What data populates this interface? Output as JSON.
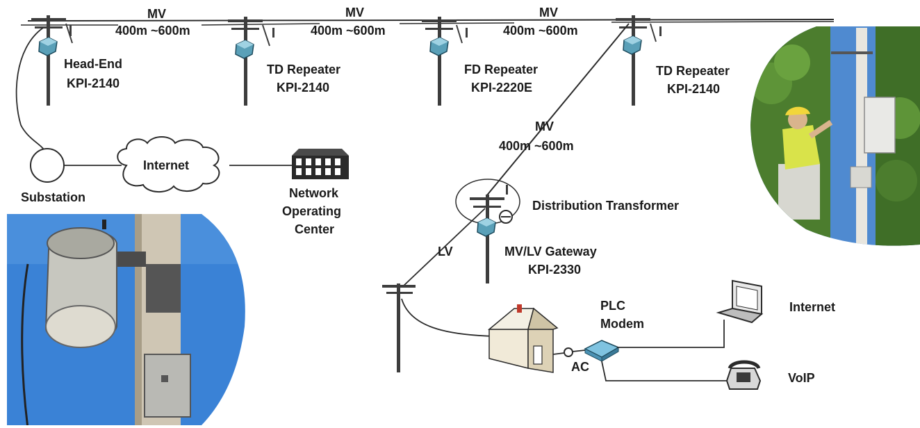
{
  "segments": [
    {
      "name": "MV",
      "distance": "400m ~600m"
    },
    {
      "name": "MV",
      "distance": "400m ~600m"
    },
    {
      "name": "MV",
      "distance": "400m ~600m"
    },
    {
      "name": "MV",
      "distance": "400m ~600m"
    }
  ],
  "nodes": {
    "head_end": {
      "title": "Head-End",
      "model": "KPI-2140"
    },
    "td_repeater_1": {
      "title": "TD Repeater",
      "model": "KPI-2140"
    },
    "fd_repeater": {
      "title": "FD Repeater",
      "model": "KPI-2220E"
    },
    "td_repeater_2": {
      "title": "TD Repeater",
      "model": "KPI-2140"
    },
    "substation": {
      "label": "Substation"
    },
    "internet_cloud": {
      "label": "Internet"
    },
    "noc": {
      "line1": "Network",
      "line2": "Operating",
      "line3": "Center"
    },
    "distribution_transformer": {
      "label": "Distribution Transformer"
    },
    "gateway": {
      "title": "MV/LV Gateway",
      "model": "KPI-2330"
    },
    "lv": {
      "label": "LV"
    },
    "plc_modem": {
      "line1": "PLC",
      "line2": "Modem"
    },
    "ac": {
      "label": "AC"
    },
    "laptop": {
      "label": "Internet"
    },
    "voip": {
      "label": "VoIP"
    }
  },
  "colors": {
    "line": "#2b2b2b",
    "pole": "#3d3d3d",
    "device": "#5aa0b8",
    "sky": "#3a82d6",
    "foliage": "#4c7d2e"
  }
}
